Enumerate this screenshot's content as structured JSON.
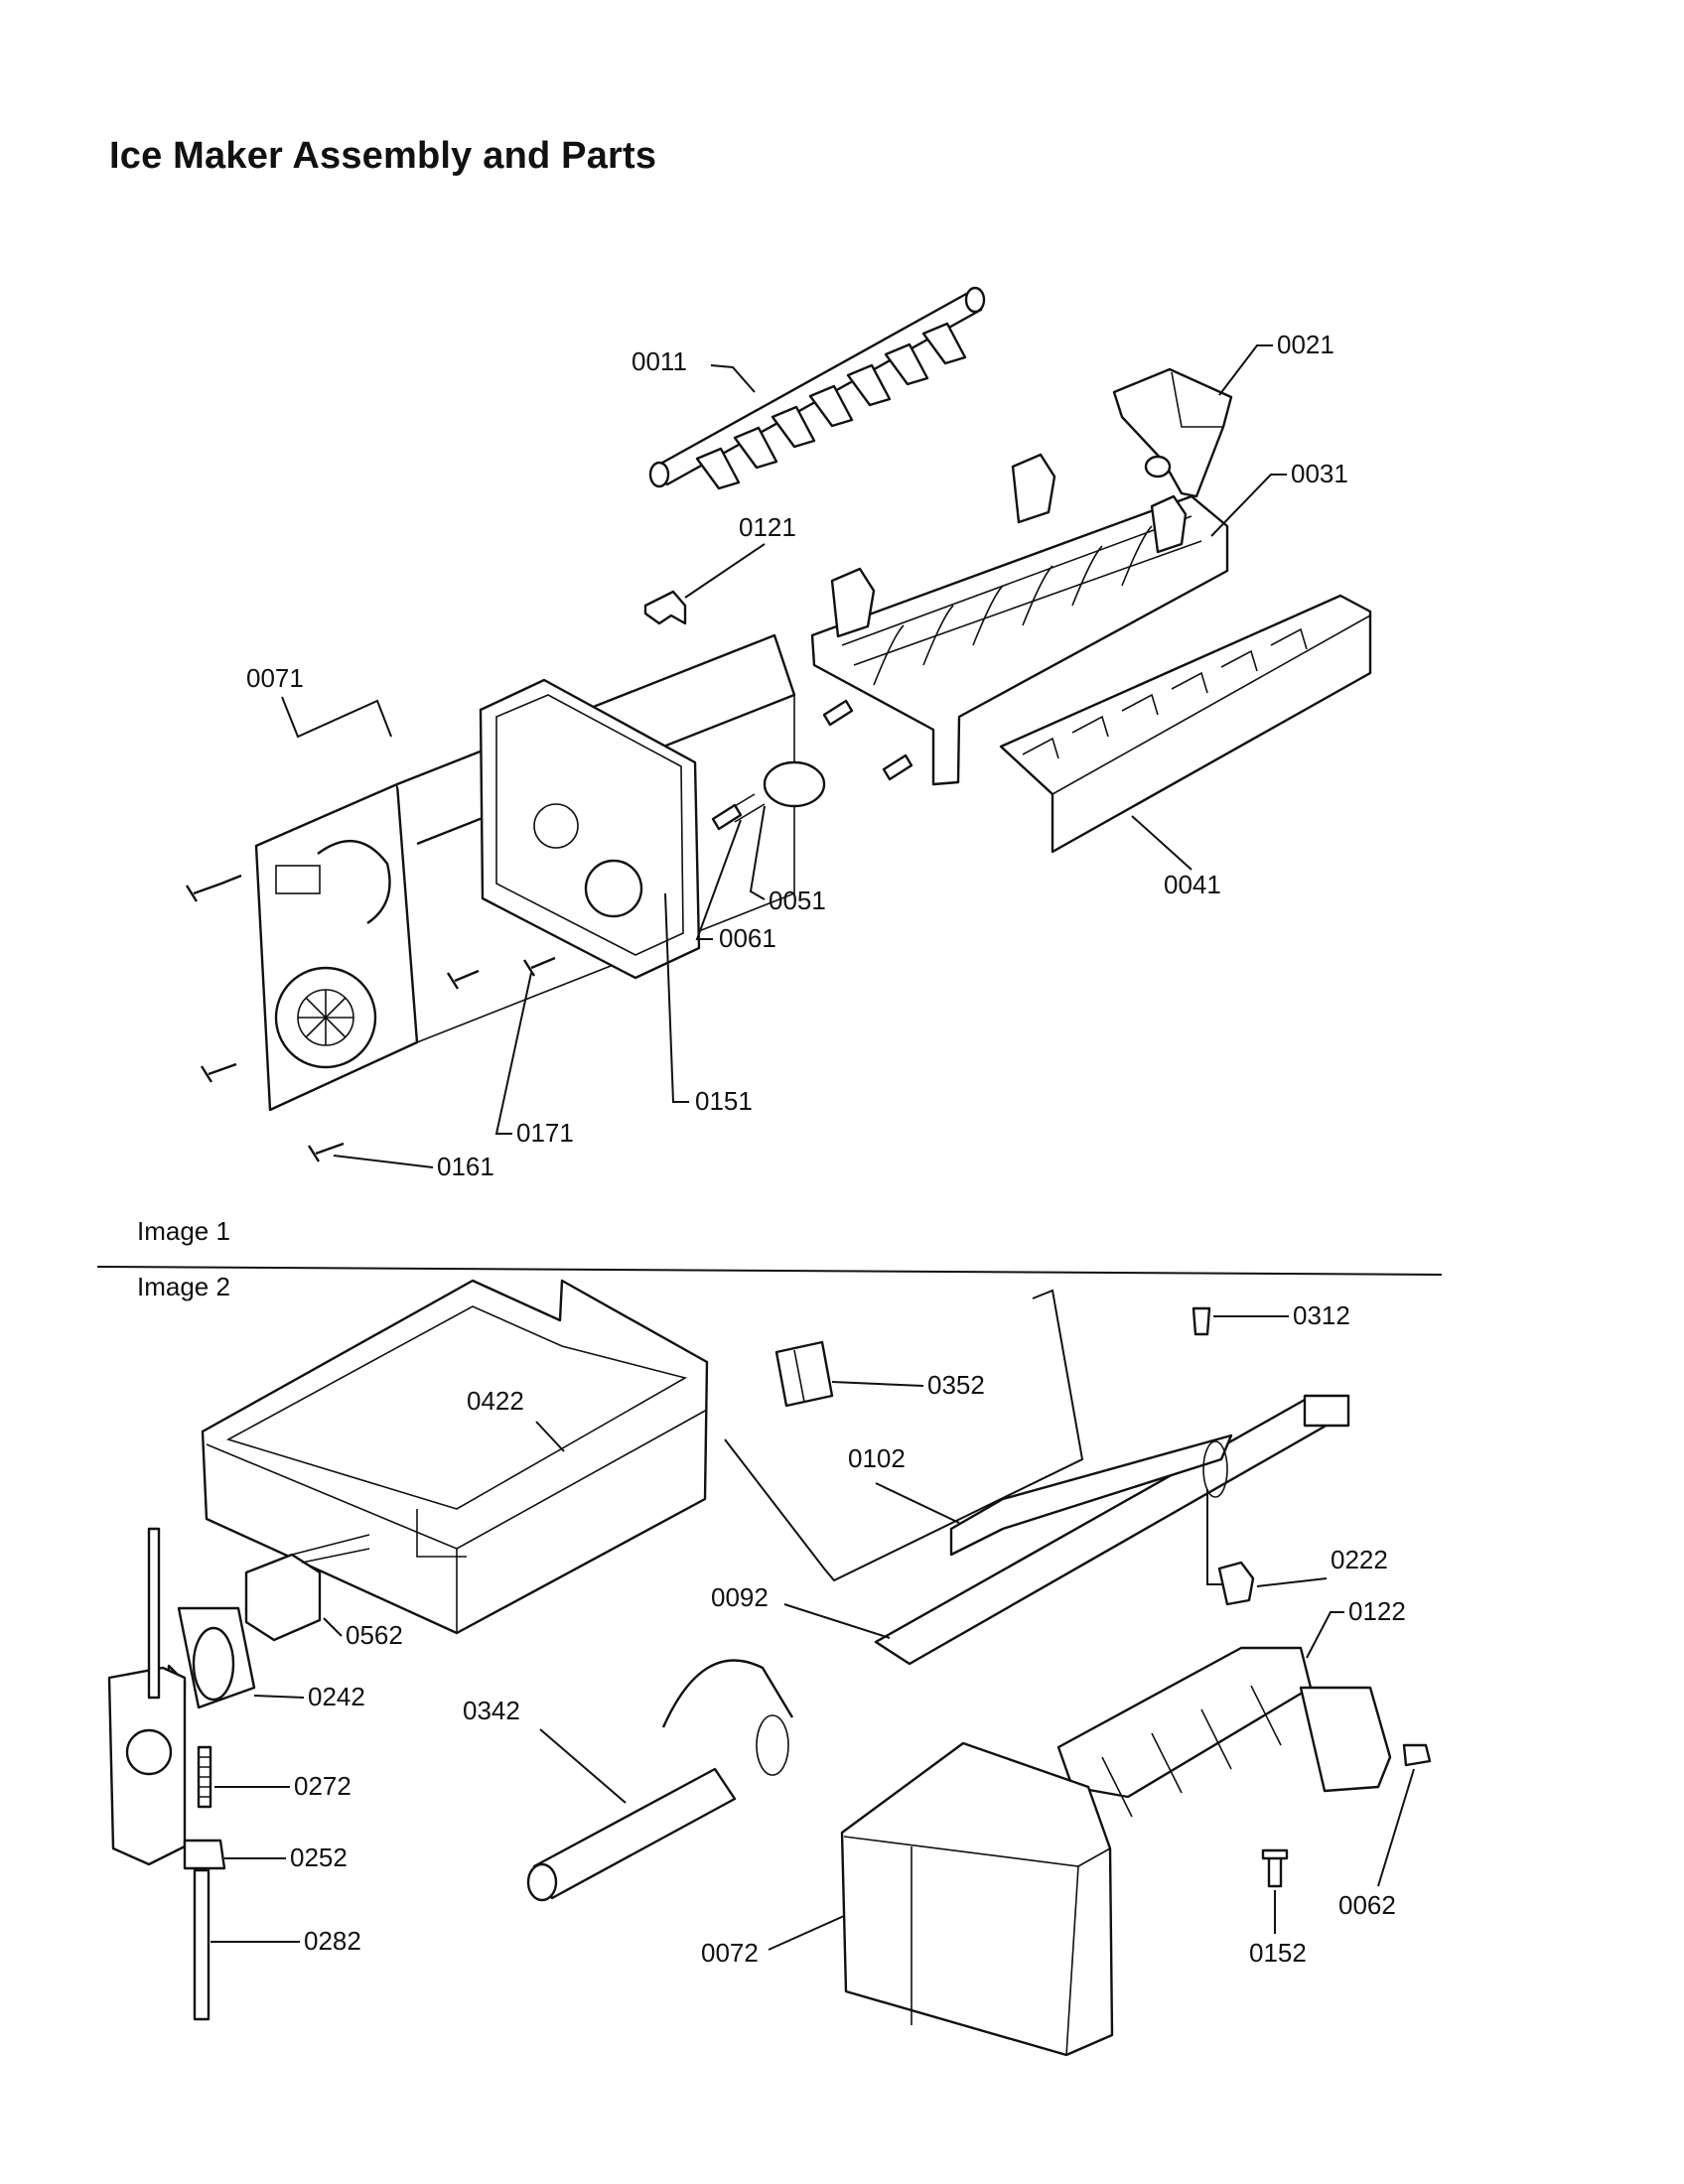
{
  "title": "Ice Maker Assembly and Parts",
  "sections": {
    "image1": "Image 1",
    "image2": "Image 2"
  },
  "parts": {
    "p0011": "0011",
    "p0021": "0021",
    "p0031": "0031",
    "p0121": "0121",
    "p0071": "0071",
    "p0041": "0041",
    "p0051": "0051",
    "p0061": "0061",
    "p0151": "0151",
    "p0171": "0171",
    "p0161": "0161",
    "p0312": "0312",
    "p0352": "0352",
    "p0422": "0422",
    "p0102": "0102",
    "p0222": "0222",
    "p0122": "0122",
    "p0092": "0092",
    "p0562": "0562",
    "p0242": "0242",
    "p0342": "0342",
    "p0272": "0272",
    "p0252": "0252",
    "p0282": "0282",
    "p0062": "0062",
    "p0152": "0152",
    "p0072": "0072"
  }
}
